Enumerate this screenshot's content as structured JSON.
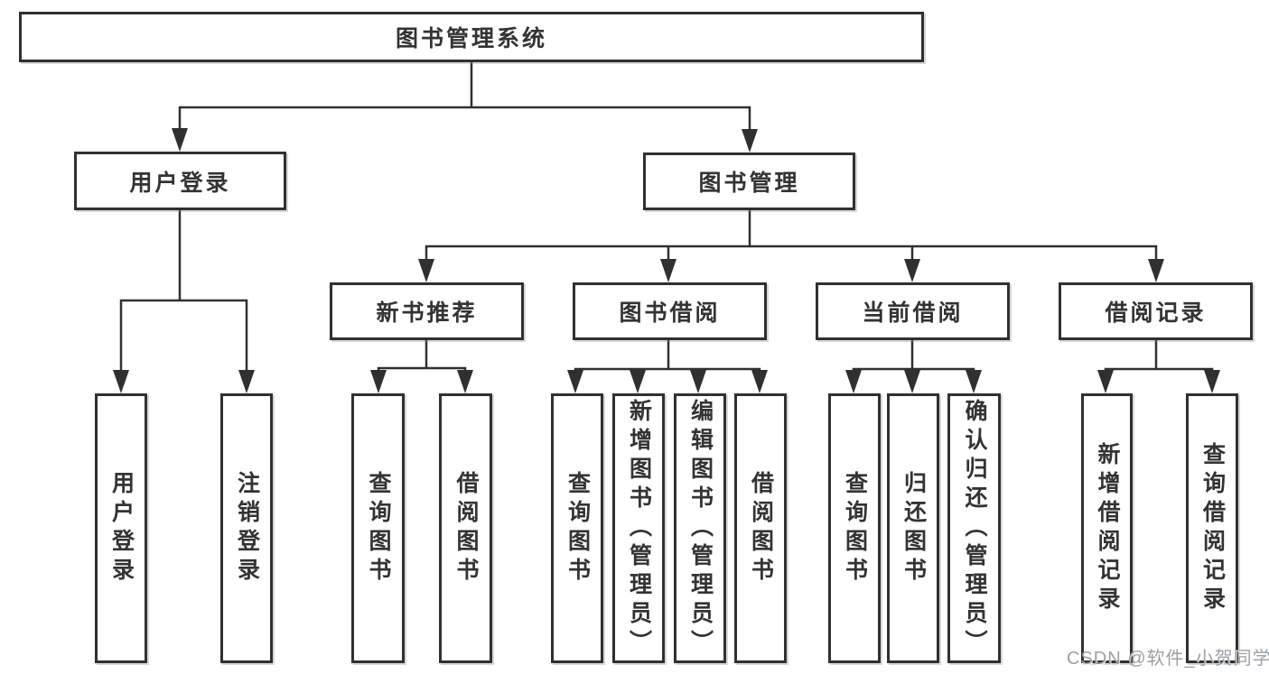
{
  "page": {
    "background": "#ffffff"
  },
  "colors": {
    "box_border": "#303030",
    "box_fill": "#ffffff",
    "text": "#333333",
    "connector": "#303030",
    "watermark": "#9aa0a6"
  },
  "tree": {
    "label": "图书管理系统",
    "children": [
      {
        "label": "用户登录",
        "children": [
          {
            "label": "用户登录"
          },
          {
            "label": "注销登录"
          }
        ]
      },
      {
        "label": "图书管理",
        "children": [
          {
            "label": "新书推荐",
            "children": [
              {
                "label": "查询图书"
              },
              {
                "label": "借阅图书"
              }
            ]
          },
          {
            "label": "图书借阅",
            "children": [
              {
                "label": "查询图书"
              },
              {
                "label": "新增图书（管理员）"
              },
              {
                "label": "编辑图书（管理员）"
              },
              {
                "label": "借阅图书"
              }
            ]
          },
          {
            "label": "当前借阅",
            "children": [
              {
                "label": "查询图书"
              },
              {
                "label": "归还图书"
              },
              {
                "label": "确认归还（管理员）"
              }
            ]
          },
          {
            "label": "借阅记录",
            "children": [
              {
                "label": "新增借阅记录"
              },
              {
                "label": "查询借阅记录"
              }
            ]
          }
        ]
      }
    ]
  },
  "watermark": {
    "text": "CSDN @软件_小贺同学"
  }
}
